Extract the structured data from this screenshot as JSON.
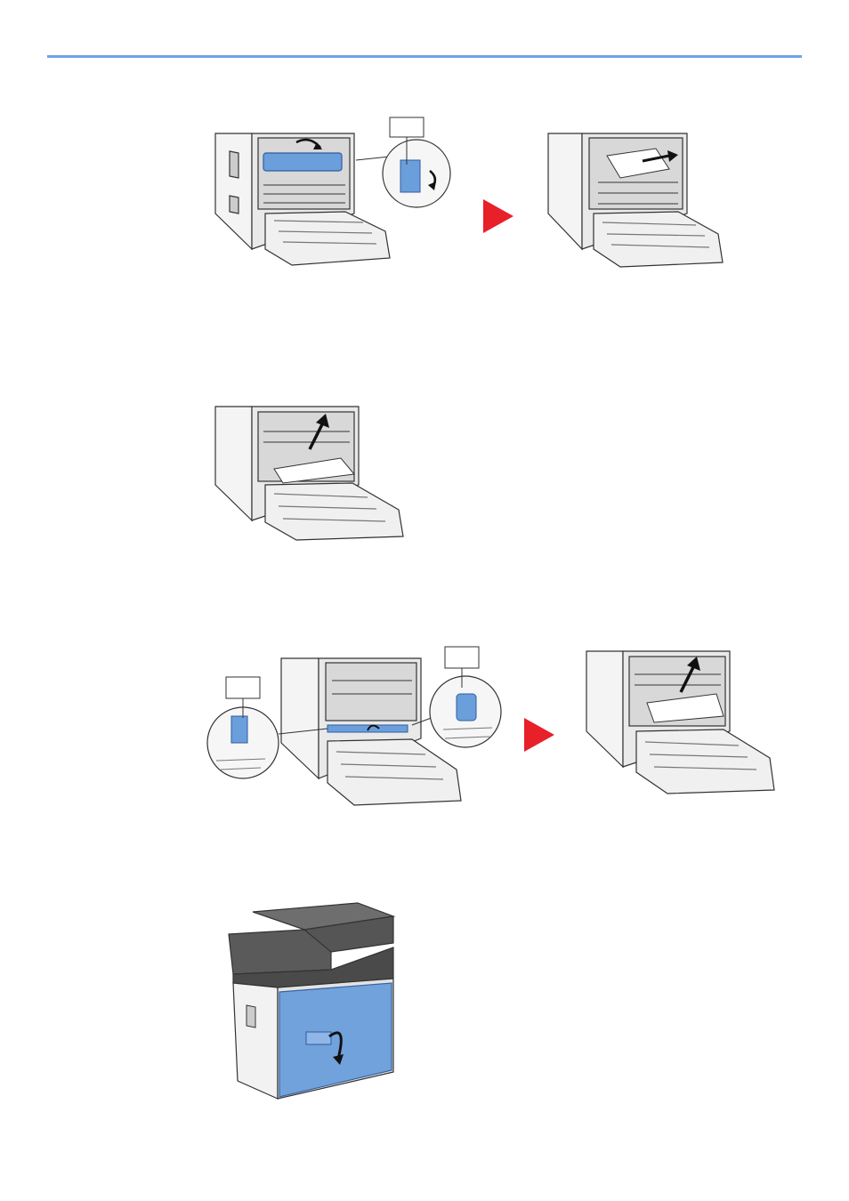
{
  "page": {
    "rule_color": "#6fa3e6",
    "accent_blue": "#6b9fdc",
    "arrow_red": "#e8202a"
  },
  "figures": [
    {
      "name": "step-fuser-cover-open",
      "callouts": [
        "",
        ""
      ]
    },
    {
      "name": "step-remove-paper-top"
    },
    {
      "name": "step-remove-paper-lift"
    },
    {
      "name": "step-duplex-lever",
      "callouts": [
        "",
        ""
      ]
    },
    {
      "name": "step-remove-paper-duplex"
    },
    {
      "name": "step-close-rear-cover"
    }
  ],
  "arrows": [
    "next-step-arrow-1",
    "next-step-arrow-2"
  ]
}
